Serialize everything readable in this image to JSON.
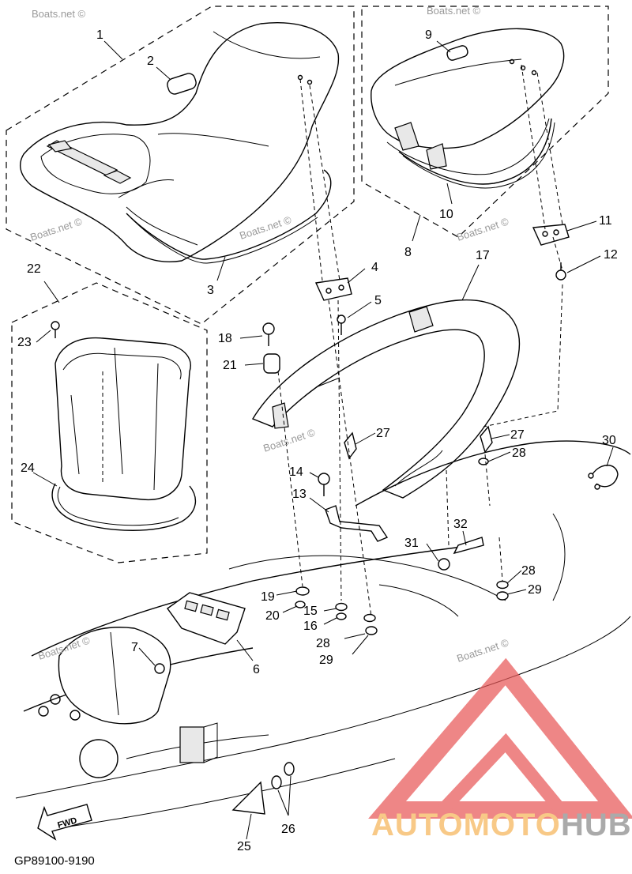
{
  "diagram": {
    "drawing_code": "GP89100-9190",
    "fwd_label": "FWD",
    "callouts": [
      "1",
      "2",
      "3",
      "4",
      "5",
      "6",
      "7",
      "8",
      "9",
      "10",
      "11",
      "12",
      "13",
      "14",
      "15",
      "16",
      "17",
      "18",
      "19",
      "20",
      "21",
      "22",
      "23",
      "24",
      "25",
      "26",
      "27",
      "27",
      "28",
      "28",
      "28",
      "29",
      "29",
      "29",
      "30",
      "31",
      "32"
    ]
  },
  "watermarks": {
    "text": "Boats.net ©",
    "brand_prefix": "AUTOMOTO",
    "brand_suffix": "HUB"
  },
  "colors": {
    "line": "#000000",
    "brand_orange": "#f6b55a",
    "brand_grey": "#8a8a8a",
    "triangle_red": "#e85858"
  }
}
